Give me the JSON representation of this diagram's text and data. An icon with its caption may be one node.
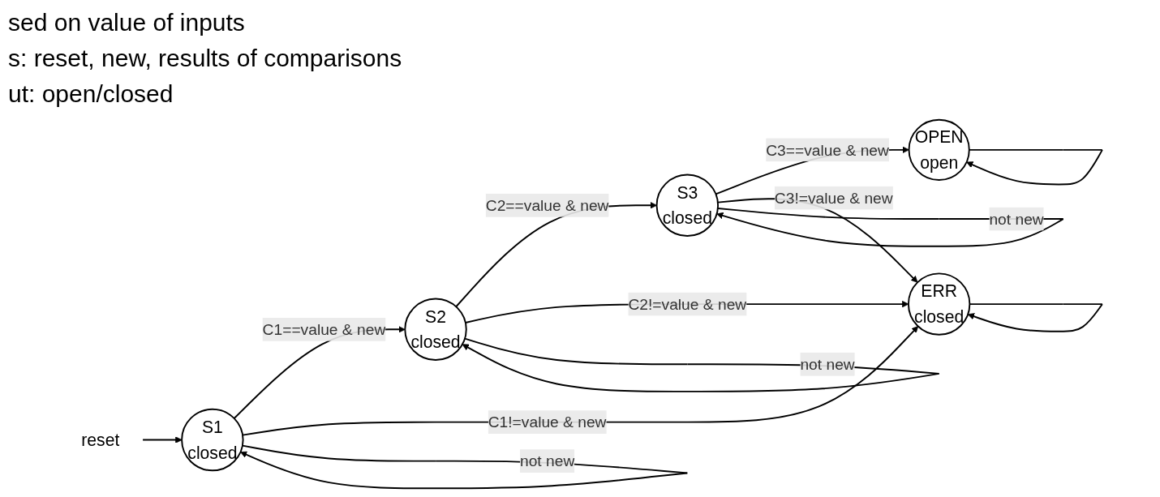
{
  "diagram": {
    "nodes": [
      {
        "text": [
          "reset"
        ]
      },
      {
        "text": [
          "S1",
          "closed"
        ]
      },
      {
        "text": [
          "S2",
          "closed"
        ]
      },
      {
        "text": [
          "S3",
          "closed"
        ]
      },
      {
        "text": [
          "OPEN",
          "open"
        ]
      },
      {
        "text": [
          "ERR",
          "closed"
        ]
      }
    ],
    "edges": [
      {
        "from": 0,
        "to": 1,
        "arrow": "to"
      },
      {
        "from": 1,
        "to": 2,
        "arrow": "to",
        "label": "C1==value & new"
      },
      {
        "from": 2,
        "to": 3,
        "arrow": "to",
        "label": "C2==value & new"
      },
      {
        "from": 3,
        "to": 4,
        "arrow": "to",
        "label": "C3==value & new"
      },
      {
        "from": 1,
        "to": 5,
        "arrow": "to",
        "label": "C1!=value & new"
      },
      {
        "from": 2,
        "to": 5,
        "arrow": "to",
        "label": "C2!=value & new"
      },
      {
        "from": 3,
        "to": 5,
        "arrow": "to",
        "label": "C3!=value & new"
      },
      {
        "from": 1,
        "to": 1,
        "arrow": "to",
        "label": "not new"
      },
      {
        "from": 2,
        "to": 2,
        "arrow": "to",
        "label": "not new"
      },
      {
        "from": 3,
        "to": 3,
        "arrow": "to",
        "label": "not new"
      },
      {
        "from": 4,
        "to": 4,
        "arrow": "to"
      },
      {
        "from": 5,
        "to": 5,
        "arrow": "to"
      }
    ],
    "labels": [
      "sed on value of inputs",
      "s: reset, new, results of comparisons",
      "ut: open/closed"
    ]
  }
}
